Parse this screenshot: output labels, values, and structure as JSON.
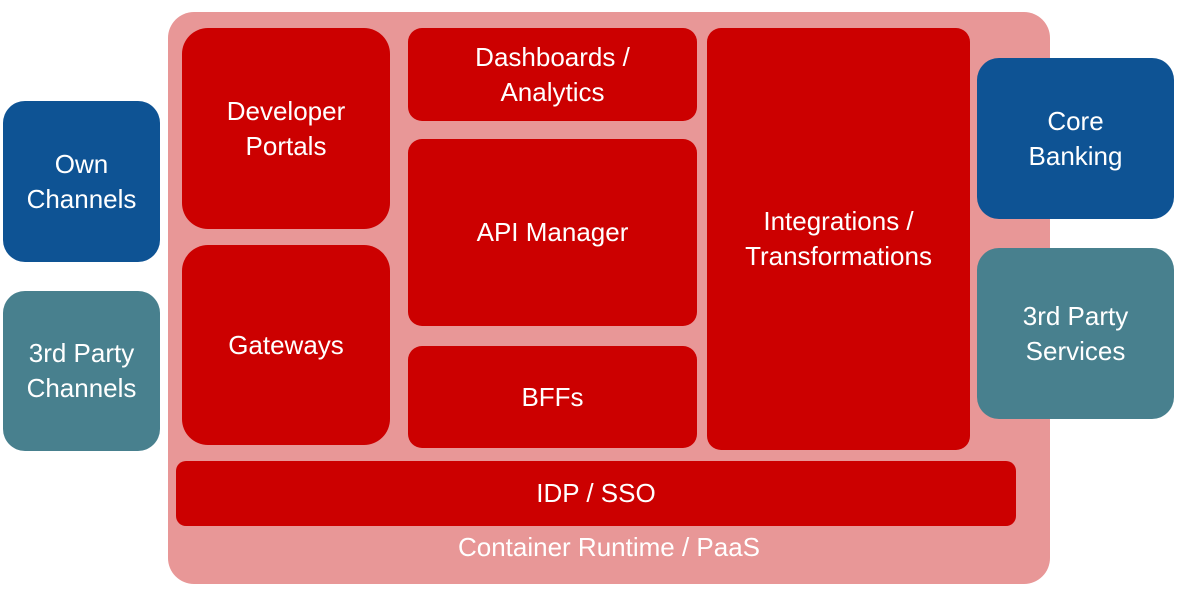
{
  "diagram": {
    "container": {
      "label": "Container Runtime / PaaS",
      "color": "#e89797"
    },
    "left_channels": [
      {
        "label": "Own\nChannels",
        "color": "#0e5394"
      },
      {
        "label": "3rd Party\nChannels",
        "color": "#48808e"
      }
    ],
    "right_systems": [
      {
        "label": "Core\nBanking",
        "color": "#0e5394"
      },
      {
        "label": "3rd Party\nServices",
        "color": "#48808e"
      }
    ],
    "components": {
      "developer_portals": "Developer\nPortals",
      "gateways": "Gateways",
      "dashboards": "Dashboards /\nAnalytics",
      "api_manager": "API Manager",
      "bffs": "BFFs",
      "integrations": "Integrations /\nTransformations",
      "idp_sso": "IDP / SSO",
      "color": "#cc0000"
    }
  }
}
